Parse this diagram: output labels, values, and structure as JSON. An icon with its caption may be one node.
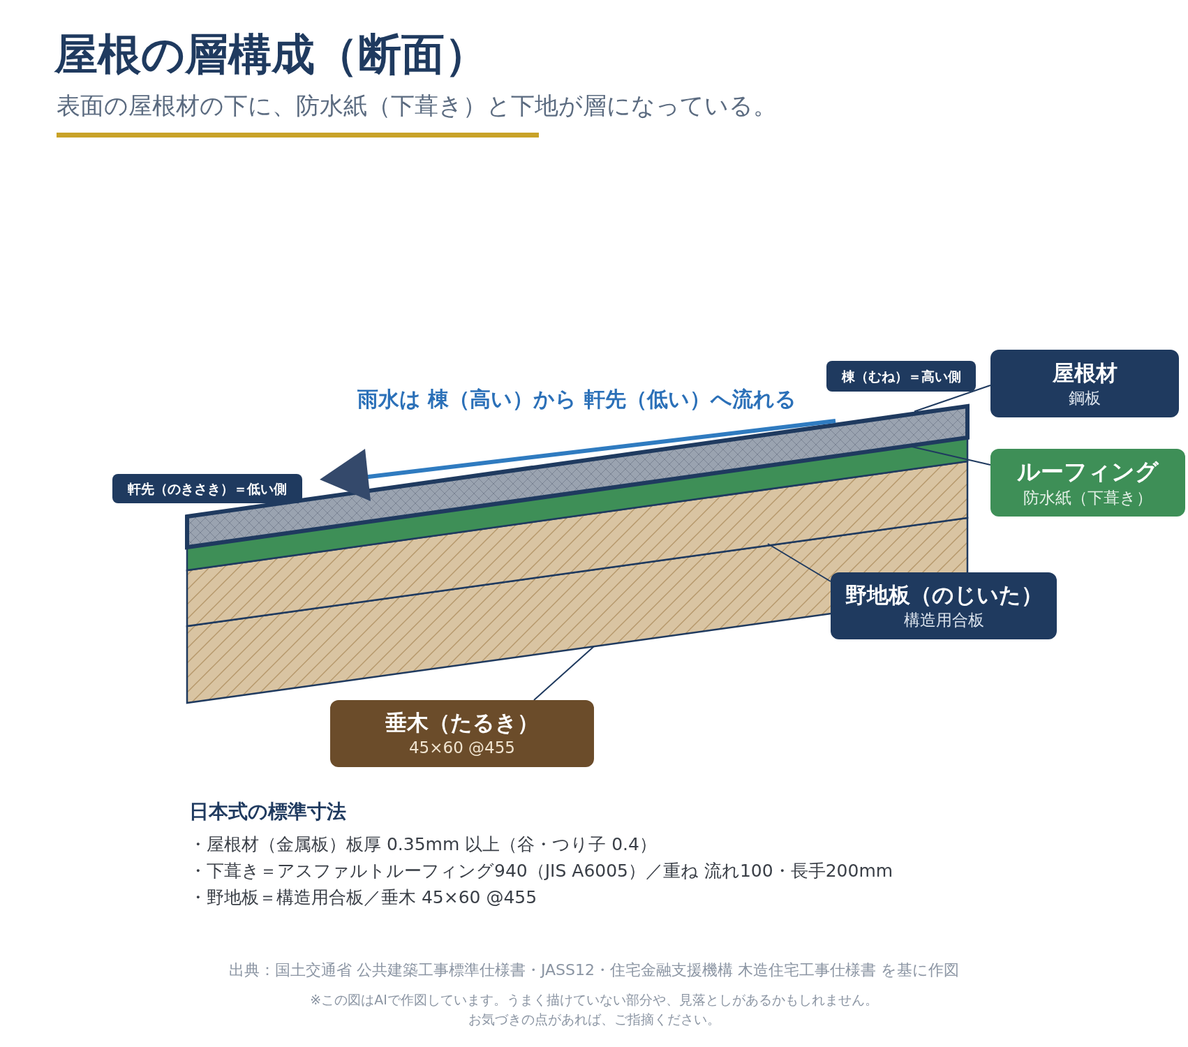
{
  "diagram": {
    "title": "屋根の層構成（断面）",
    "nodes": [
      {
        "text": [
          "棟（むね）＝高い側"
        ]
      },
      {
        "text": [
          "屋根材",
          "鋼板"
        ]
      },
      {
        "text": [
          "軒先（のきさき）＝低い側"
        ]
      },
      {
        "text": [
          "ルーフィング",
          "防水紙（下葺き）"
        ]
      },
      {
        "text": [],
        "shape": "band"
      },
      {
        "text": [],
        "shape": "band"
      },
      {
        "text": [],
        "shape": "band"
      },
      {
        "text": [],
        "shape": "band"
      },
      {
        "text": [
          "野地板（のじいた）",
          "構造用合板"
        ]
      },
      {
        "text": [
          "垂木（たるき）",
          "45×60 @455"
        ]
      }
    ],
    "edges": [
      {
        "from": 1,
        "to": 4,
        "arrow": "none"
      },
      {
        "from": 3,
        "to": 5,
        "arrow": "none"
      },
      {
        "from": 8,
        "to": 6,
        "arrow": "none"
      },
      {
        "from": 9,
        "to": 7,
        "arrow": "none"
      }
    ],
    "labels": [
      "表面の屋根材の下に、防水紙（下葺き）と下地が層になっている。",
      "雨水は 棟（高い）から 軒先（低い）へ流れる",
      "日本式の標準寸法",
      "・屋根材（金属板）板厚 0.35mm 以上（谷・つり子 0.4）",
      "・下葺き＝アスファルトルーフィング940（JIS A6005）／重ね 流れ100・長手200mm",
      "・野地板＝構造用合板／垂木 45×60 @455",
      "出典：国土交通省 公共建築工事標準仕様書・JASS12・住宅金融支援機構 木造住宅工事仕様書 を基に作図",
      "※この図はAIで作図しています。うまく描けていない部分や、見落としがあるかもしれません。",
      "お気づきの点があれば、ご指摘ください。"
    ]
  }
}
